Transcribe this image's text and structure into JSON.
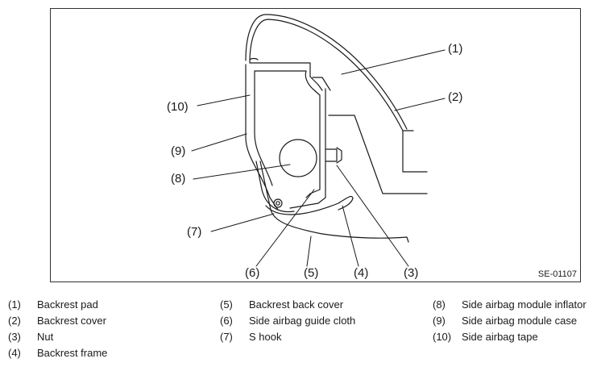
{
  "callouts": {
    "c1": "(1)",
    "c2": "(2)",
    "c3": "(3)",
    "c4": "(4)",
    "c5": "(5)",
    "c6": "(6)",
    "c7": "(7)",
    "c8": "(8)",
    "c9": "(9)",
    "c10": "(10)"
  },
  "figure_code": "SE-01107",
  "legend": [
    {
      "num": "(1)",
      "label": "Backrest pad"
    },
    {
      "num": "(2)",
      "label": "Backrest cover"
    },
    {
      "num": "(3)",
      "label": "Nut"
    },
    {
      "num": "(4)",
      "label": "Backrest frame"
    },
    {
      "num": "(5)",
      "label": "Backrest back cover"
    },
    {
      "num": "(6)",
      "label": "Side airbag guide cloth"
    },
    {
      "num": "(7)",
      "label": "S hook"
    },
    {
      "num": "(8)",
      "label": "Side airbag module inflator"
    },
    {
      "num": "(9)",
      "label": "Side airbag module case"
    },
    {
      "num": "(10)",
      "label": "Side airbag tape"
    }
  ]
}
